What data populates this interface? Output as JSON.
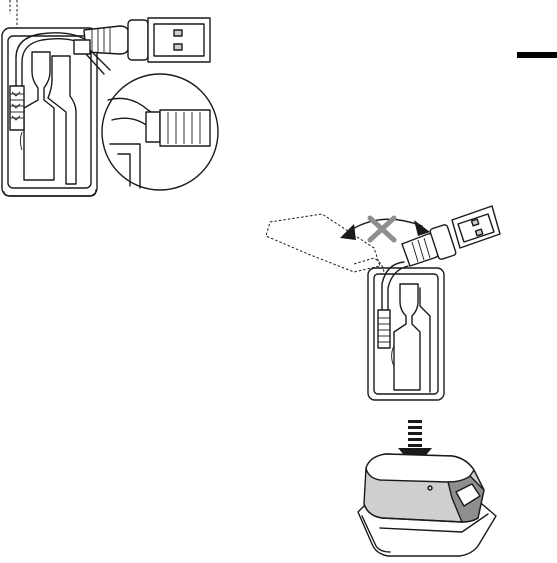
{
  "colors": {
    "ink": "#1a1a1a",
    "paper": "#ffffff",
    "shade_light": "#cfcfcf",
    "shade_dark": "#8e8e8e",
    "section_marker": "#000000"
  },
  "figures": [
    {
      "id": "cable-storage-detail",
      "icons": [
        "case-icon",
        "usb-plug-icon",
        "cable-clip-icon",
        "magnifier-inset-icon"
      ]
    },
    {
      "id": "do-not-bend-cable",
      "icons": [
        "case-icon",
        "usb-plug-icon",
        "curved-arrow-icon",
        "prohibited-x-icon",
        "dotted-outline-plug-icon"
      ]
    },
    {
      "id": "press-down-to-close",
      "icons": [
        "reader-device-icon",
        "down-arrow-icon"
      ]
    }
  ]
}
